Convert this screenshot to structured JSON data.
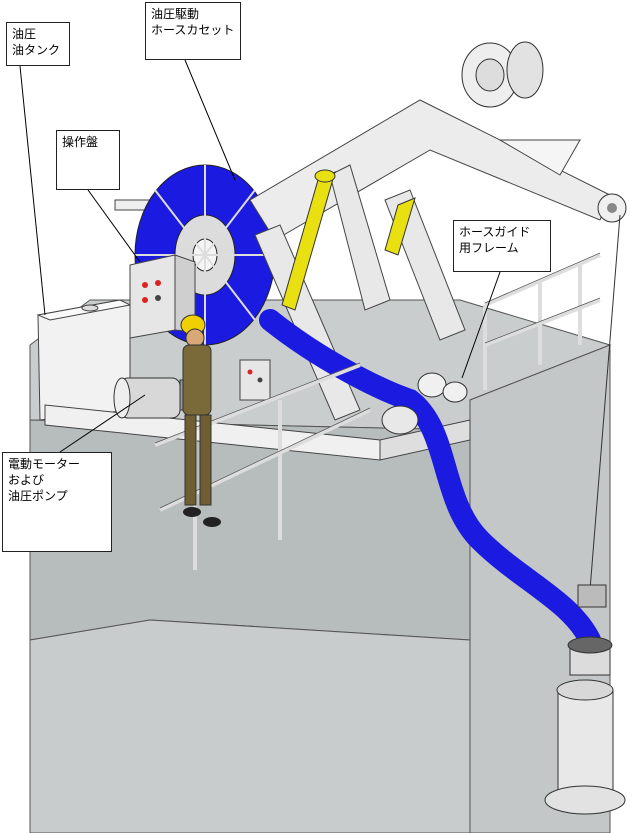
{
  "labels": {
    "tank": "油圧\n油タンク",
    "reel": "油圧駆動\nホースカセット",
    "panel": "操作盤",
    "guide": "ホースガイド\n用フレーム",
    "motor": "電動モーター\nおよび\n油圧ポンプ"
  },
  "colors": {
    "hose": "#1a1ae0",
    "cylinder": "#e8e010",
    "concrete": "#c4c8c8",
    "frame": "#ededed",
    "outline": "#333333"
  }
}
